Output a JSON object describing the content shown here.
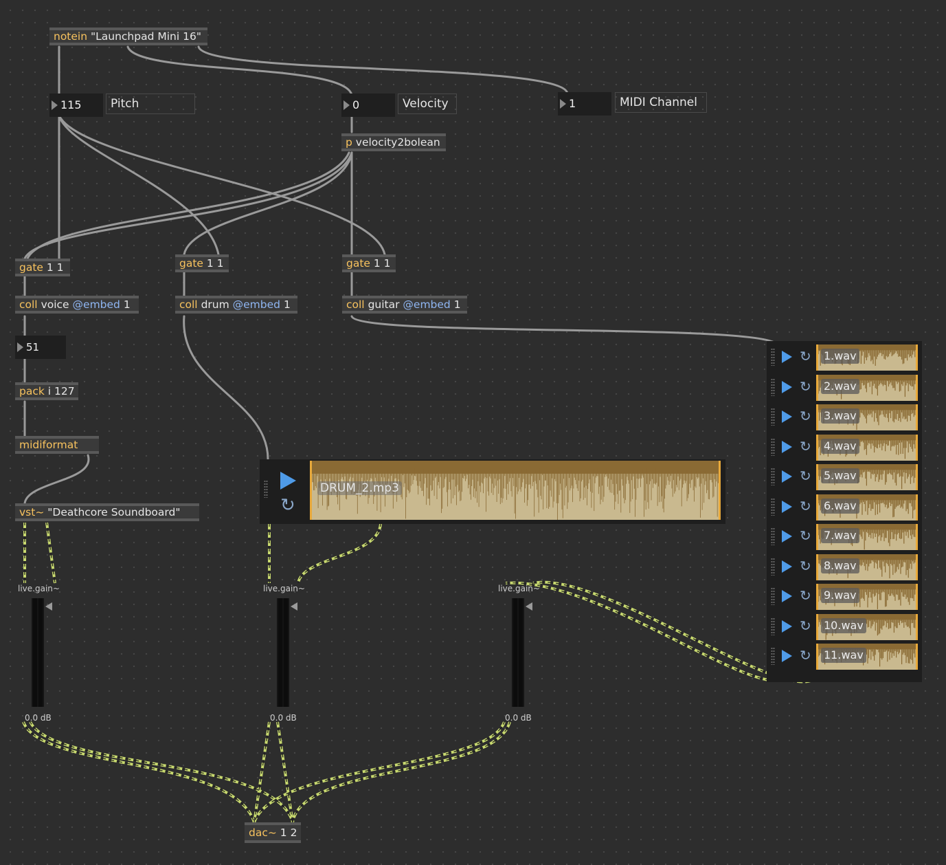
{
  "objects": {
    "notein": {
      "cls": "notein",
      "arg": "\"Launchpad Mini 16\""
    },
    "velocity2bolean": {
      "cls": "p",
      "arg": "velocity2bolean"
    },
    "gate_voice": {
      "cls": "gate",
      "arg": "1 1"
    },
    "gate_drum": {
      "cls": "gate",
      "arg": "1 1"
    },
    "gate_guitar": {
      "cls": "gate",
      "arg": "1 1"
    },
    "coll_voice": {
      "cls": "coll",
      "arg": "voice",
      "attr": "@embed",
      "attrval": "1"
    },
    "coll_drum": {
      "cls": "coll",
      "arg": "drum",
      "attr": "@embed",
      "attrval": "1"
    },
    "coll_guitar": {
      "cls": "coll",
      "arg": "guitar",
      "attr": "@embed",
      "attrval": "1"
    },
    "pack": {
      "cls": "pack",
      "arg": "i 127"
    },
    "midiformat": {
      "cls": "midiformat",
      "arg": ""
    },
    "vst": {
      "cls": "vst~",
      "arg": "\"Deathcore Soundboard\""
    },
    "dac": {
      "cls": "dac~",
      "arg": "1 2"
    }
  },
  "numbers": {
    "pitch": "115",
    "velocity": "0",
    "channel": "1",
    "voice_out": "51"
  },
  "comments": {
    "pitch": "Pitch",
    "velocity": "Velocity",
    "channel": "MIDI Channel"
  },
  "gains": [
    {
      "label": "live.gain~",
      "value": "0.0 dB"
    },
    {
      "label": "live.gain~",
      "value": "0.0 dB"
    },
    {
      "label": "live.gain~",
      "value": "0.0 dB"
    }
  ],
  "drum_player": {
    "file": "DRUM_2.mp3"
  },
  "playlist": [
    "1.wav",
    "2.wav",
    "3.wav",
    "4.wav",
    "5.wav",
    "6.wav",
    "7.wav",
    "8.wav",
    "9.wav",
    "10.wav",
    "11.wav"
  ],
  "colors": {
    "background": "#2d2d2d",
    "object": "#3a3a3a",
    "class_name": "#f7c25e",
    "attribute": "#8fb6f2",
    "signal_cord": "#c8d96f",
    "waveform": "#c9b98f",
    "waveform_edge": "#e8a93b",
    "play": "#4f9be8"
  },
  "icons": {
    "play": "play-icon",
    "loop": "loop-icon",
    "arrow": "triangle-icon"
  }
}
